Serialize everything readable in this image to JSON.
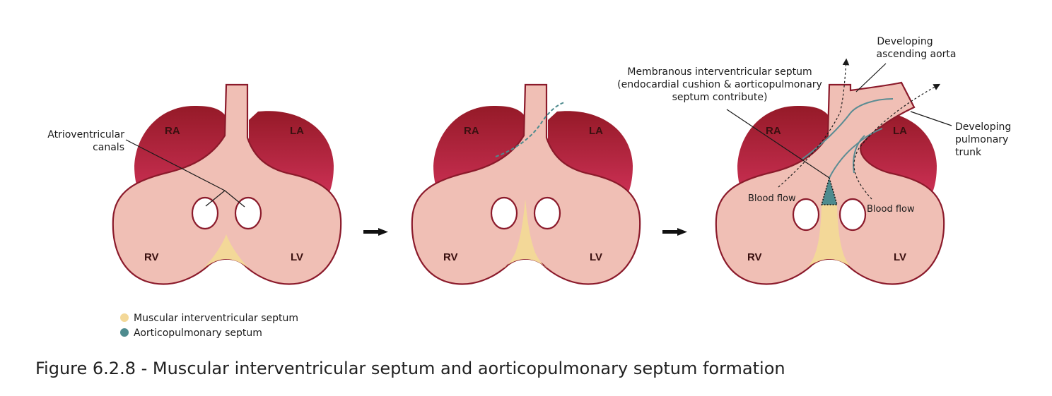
{
  "colors": {
    "atrium_dark": "#9a1a2a",
    "atrium_light": "#d2304f",
    "ventricle": "#f0bfb5",
    "outline": "#8b1a2b",
    "muscular_septum": "#f3d898",
    "aorticopulmonary_septum": "#4e8b8e"
  },
  "panels": [
    {
      "ra": "RA",
      "la": "LA",
      "rv": "RV",
      "lv": "LV"
    },
    {
      "ra": "RA",
      "la": "LA",
      "rv": "RV",
      "lv": "LV"
    },
    {
      "ra": "RA",
      "la": "LA",
      "rv": "RV",
      "lv": "LV"
    }
  ],
  "labels": {
    "av_canals": [
      "Atrioventricular",
      "canals"
    ],
    "membranous": [
      "Membranous interventricular septum",
      "(endocardial cushion & aorticopulmonary",
      "septum contribute)"
    ],
    "aorta": [
      "Developing",
      "ascending aorta"
    ],
    "pulmonary": [
      "Developing",
      "pulmonary",
      "trunk"
    ],
    "blood_flow_left": "Blood flow",
    "blood_flow_right": "Blood flow"
  },
  "legend": [
    {
      "label": "Muscular interventricular septum",
      "color_key": "muscular_septum"
    },
    {
      "label": "Aorticopulmonary septum",
      "color_key": "aorticopulmonary_septum"
    }
  ],
  "caption": "Figure 6.2.8 - Muscular interventricular septum and aorticopulmonary septum formation"
}
